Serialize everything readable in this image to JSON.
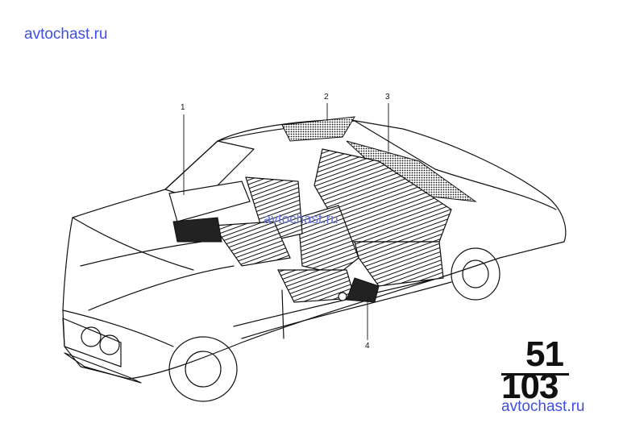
{
  "watermarks": {
    "top": "avtochast.ru",
    "middle": "avtochast.ru",
    "bottom": "avtochast.ru"
  },
  "callouts": {
    "c1": "1",
    "c2": "2",
    "c3": "3",
    "c4": "4"
  },
  "group": {
    "major": "51",
    "minor": "103"
  },
  "colors": {
    "watermark": "#3f4fe0",
    "ink": "#111111"
  }
}
